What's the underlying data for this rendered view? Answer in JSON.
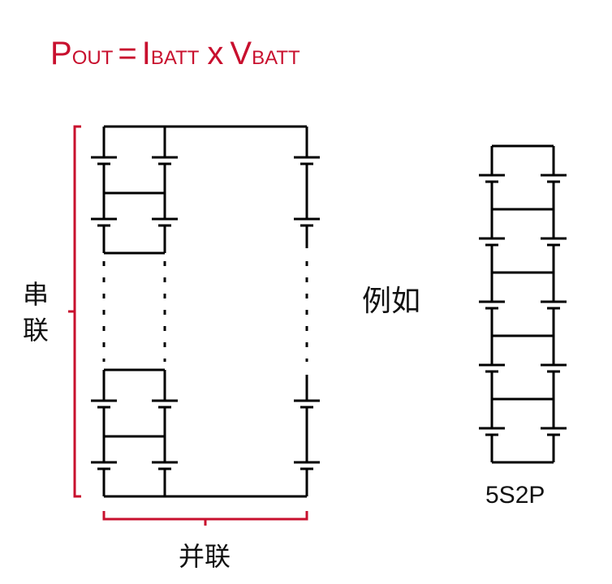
{
  "formula": {
    "p": "P",
    "p_sub": "OUT",
    "equals": "=",
    "i": "I",
    "i_sub": "BATT",
    "times": "x",
    "v": "V",
    "v_sub": "BATT"
  },
  "labels": {
    "series": "串联",
    "series_char_1": "串",
    "series_char_2": "联",
    "parallel": "并联",
    "example": "例如",
    "config": "5S2P"
  },
  "colors": {
    "accent": "#c8102e",
    "line": "#000000",
    "text": "#111111"
  }
}
